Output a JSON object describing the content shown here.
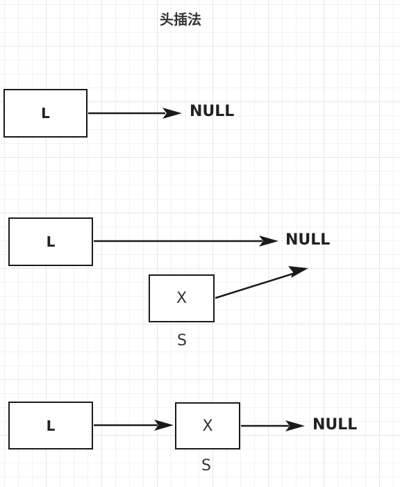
{
  "title": "头插法",
  "diagram1": {
    "head_label": "L",
    "null_label": "NULL"
  },
  "diagram2": {
    "head_label": "L",
    "null_label": "NULL",
    "new_node_label": "X",
    "new_node_caption": "S"
  },
  "diagram3": {
    "head_label": "L",
    "node_label": "X",
    "node_caption": "S",
    "null_label": "NULL"
  },
  "colors": {
    "stroke": "#1a1a1a",
    "grid_major": "#e6e6e6",
    "grid_minor": "#f2f2f2",
    "background": "#ffffff"
  }
}
